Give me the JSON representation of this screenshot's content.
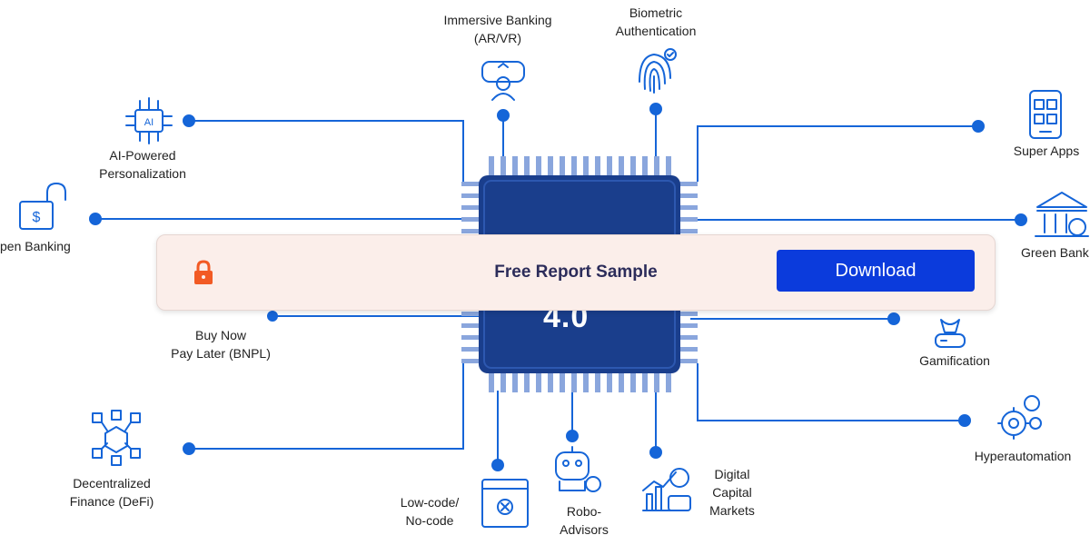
{
  "nodes": {
    "immersive": [
      "Immersive Banking",
      "(AR/VR)"
    ],
    "biometric": [
      "Biometric",
      "Authentication"
    ],
    "ai": [
      "AI-Powered",
      "Personalization"
    ],
    "super_apps": [
      "Super Apps"
    ],
    "open_banking": [
      "pen Banking"
    ],
    "green_banking": [
      "Green Bank"
    ],
    "bnpl": [
      "Buy Now",
      "Pay Later (BNPL)"
    ],
    "gamification": [
      "Gamification"
    ],
    "defi": [
      "Decentralized",
      "Finance (DeFi)"
    ],
    "hyperautomation": [
      "Hyperautomation"
    ],
    "lowcode": [
      "Low-code/",
      "No-code"
    ],
    "robo": [
      "Robo-",
      "Advisors"
    ],
    "capital": [
      "Digital",
      "Capital",
      "Markets"
    ]
  },
  "chip": {
    "text": "4.0"
  },
  "banner": {
    "title": "Free Report Sample",
    "download_label": "Download",
    "lock_icon": "lock-icon"
  },
  "colors": {
    "line": "#1565d8",
    "chip": "#1a3e8c",
    "button": "#0b3bdc",
    "banner_bg": "#fbeeea"
  }
}
